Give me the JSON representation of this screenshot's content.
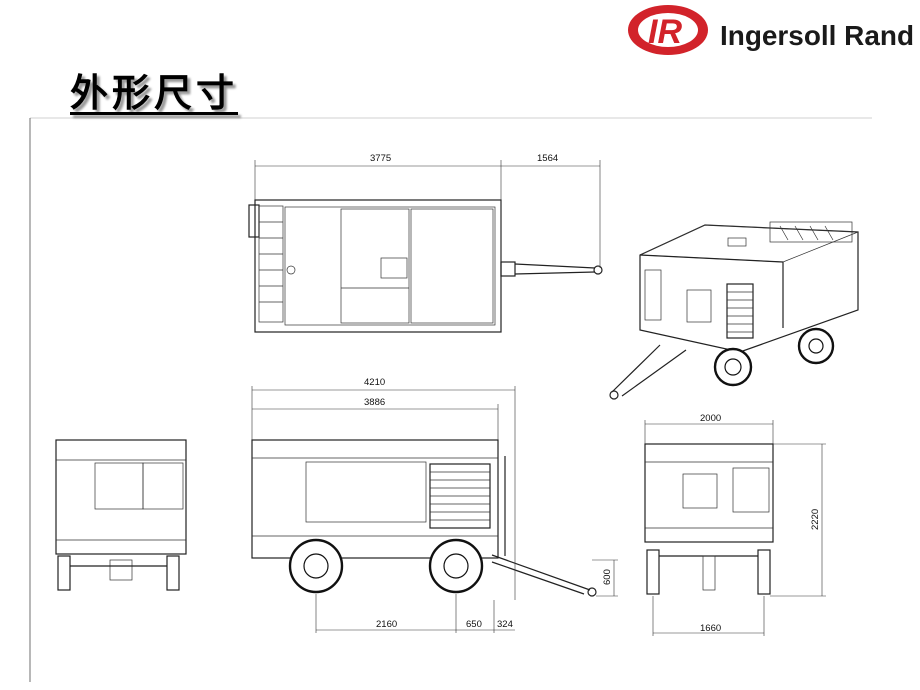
{
  "page": {
    "title": "外形尺寸"
  },
  "brand": {
    "logo_letters": "IR",
    "name": "Ingersoll Rand",
    "color": "#d2232a"
  },
  "drawing": {
    "dimensions": {
      "top_length": "3775",
      "top_drawbar": "1564",
      "side_overall": "4210",
      "side_body": "3886",
      "side_wheelbase": "2160",
      "side_rear_overhang": "650",
      "side_drawbar_end": "324",
      "side_drawbar_height": "600",
      "rear_width": "2000",
      "rear_height": "2220",
      "rear_track": "1660"
    }
  }
}
